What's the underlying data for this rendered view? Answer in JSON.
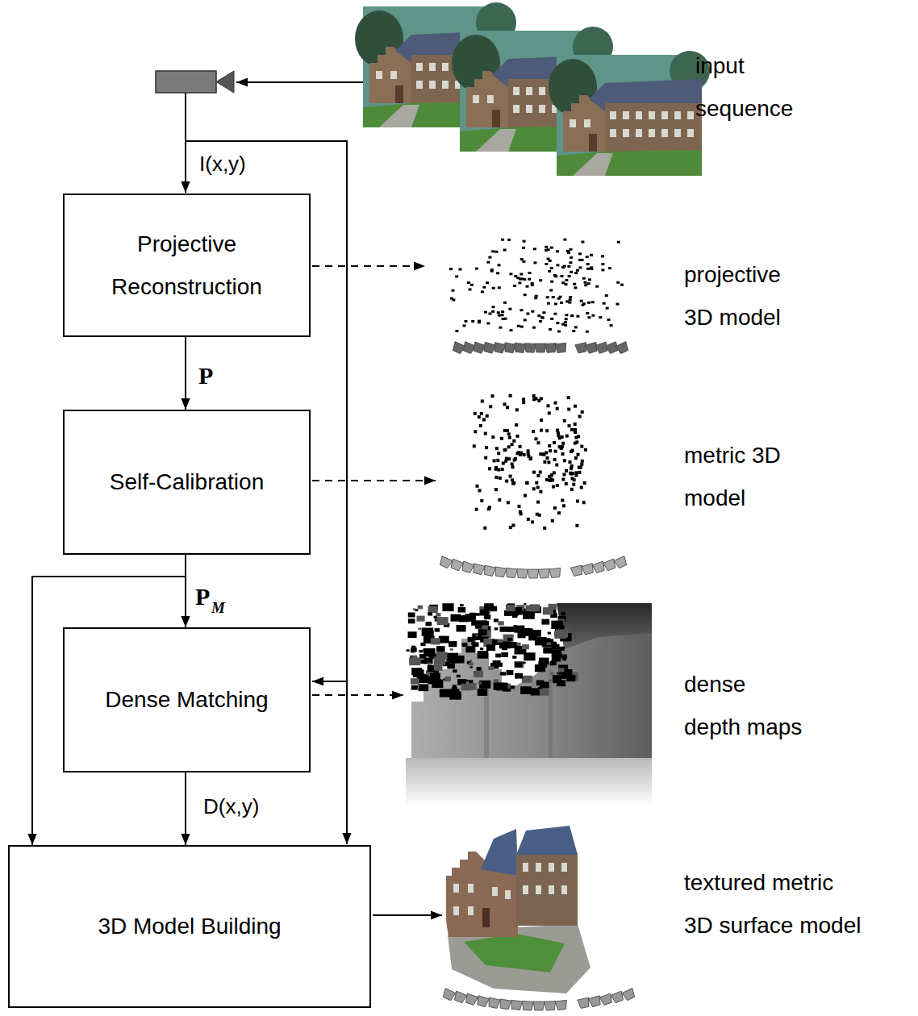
{
  "diagram": {
    "nodes": [
      {
        "text": [
          "Projective Reconstruction"
        ]
      },
      {
        "text": [
          "Self-Calibration"
        ]
      },
      {
        "text": [
          "Dense Matching"
        ]
      },
      {
        "text": [
          "3D Model Building"
        ]
      }
    ],
    "edges": [
      {
        "from": 0,
        "to": 1,
        "label": "P",
        "arrow": "to"
      },
      {
        "from": 1,
        "to": 2,
        "label": "P",
        "arrow": "to"
      },
      {
        "from": 1,
        "to": 3,
        "arrow": "to"
      },
      {
        "from": 2,
        "to": 3,
        "label": "D(x,y)",
        "arrow": "to"
      }
    ],
    "labels": [
      "I(x,y)",
      "M",
      "input sequence",
      "projective 3D model",
      "metric 3D model",
      "dense depth maps",
      "textured metric 3D surface model"
    ]
  }
}
